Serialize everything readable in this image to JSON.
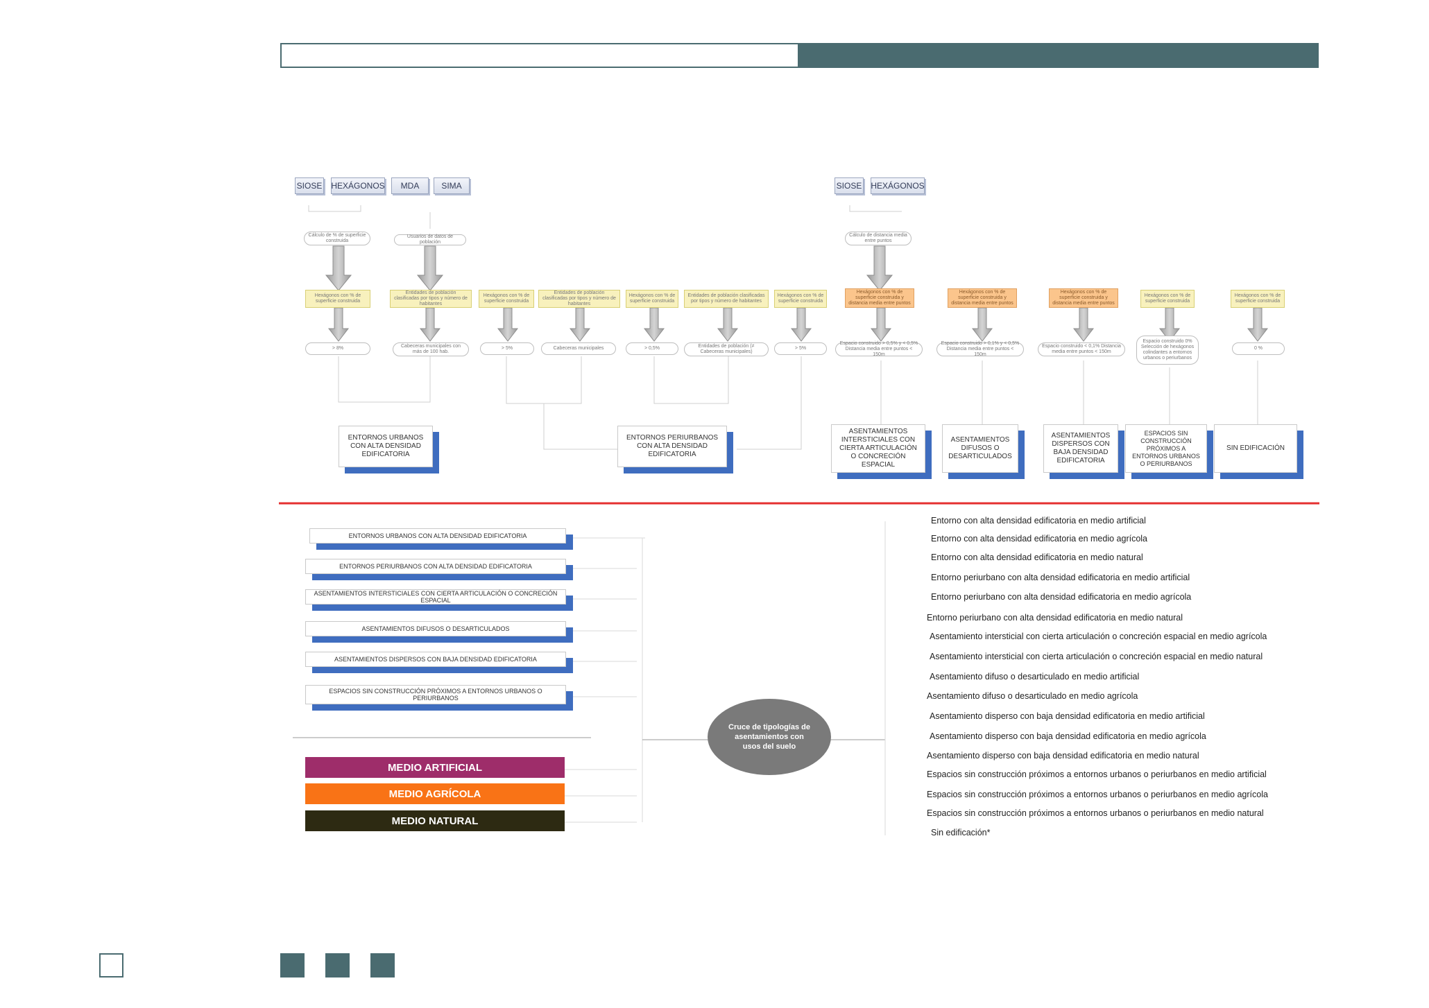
{
  "colors": {
    "header_dark": "#4a6b70",
    "red_divider": "#e53030",
    "box_shadow_blue": "#3f6dbf",
    "medio_artificial": "#9e2d6a",
    "medio_agricola": "#f97316",
    "medio_natural": "#2d2a12",
    "ellipse_gray": "#7a7a7a"
  },
  "sources_left": [
    "SIOSE",
    "HEXÁGONOS",
    "MDA",
    "SIMA"
  ],
  "sources_right": [
    "SIOSE",
    "HEXÁGONOS"
  ],
  "process_left": {
    "top_ovals": [
      "Cálculo de % de superficie construida",
      "Usuarios de datos de población"
    ],
    "boxes": [
      "Hexágonos con % de superficie construida",
      "Entidades de población clasificadas por tipos y número de habitantes",
      "Hexágonos con % de superficie construida",
      "Entidades de población clasificadas por tipos y número de habitantes",
      "Hexágonos con % de superficie construida",
      "Entidades de población clasificadas por tipos y número de habitantes",
      "Hexágonos con % de superficie construida"
    ],
    "bottom_ovals": [
      "> 8%",
      "Cabeceras municipales con más de 100 hab.",
      "> 5%",
      "Cabeceras municipales",
      "> 0,5%",
      "Entidades de población (≠ Cabeceras municipales)",
      "> 5%"
    ]
  },
  "process_right": {
    "top_oval": "Cálculo de distancia media entre puntos",
    "boxes": [
      "Hexágonos con % de superficie construida y distancia media entre puntos",
      "Hexágonos con % de superficie construida y distancia media entre puntos",
      "Hexágonos con % de superficie construida y distancia media entre puntos",
      "Hexágonos con % de superficie construida",
      "Hexágonos con % de superficie construida"
    ],
    "bottom_ovals": [
      "Espacio construido > 0,5% y < 0,5% Distancia media entre puntos < 150m",
      "Espacio construido > 0,1% y < 0,5% Distancia media entre puntos < 150m",
      "Espacio construido < 0,1% Distancia media entre puntos < 150m",
      "Espacio construido 0% Selección de hexágonos colindantes a entornos urbanos o periurbanos",
      "0 %"
    ]
  },
  "results_upper": [
    "ENTORNOS URBANOS CON ALTA DENSIDAD EDIFICATORIA",
    "ENTORNOS PERIURBANOS CON ALTA DENSIDAD EDIFICATORIA",
    "ASENTAMIENTOS INTERSTICIALES CON CIERTA ARTICULACIÓN O CONCRECIÓN ESPACIAL",
    "ASENTAMIENTOS DIFUSOS O DESARTICULADOS",
    "ASENTAMIENTOS DISPERSOS CON BAJA DENSIDAD EDIFICATORIA",
    "ESPACIOS SIN CONSTRUCCIÓN PRÓXIMOS A ENTORNOS URBANOS O PERIURBANOS",
    "SIN EDIFICACIÓN"
  ],
  "categories_lower": [
    "ENTORNOS URBANOS CON ALTA DENSIDAD EDIFICATORIA",
    "ENTORNOS PERIURBANOS CON ALTA DENSIDAD EDIFICATORIA",
    "ASENTAMIENTOS INTERSTICIALES CON CIERTA ARTICULACIÓN O CONCRECIÓN ESPACIAL",
    "ASENTAMIENTOS DIFUSOS O DESARTICULADOS",
    "ASENTAMIENTOS DISPERSOS CON BAJA DENSIDAD EDIFICATORIA",
    "ESPACIOS SIN CONSTRUCCIÓN PRÓXIMOS A ENTORNOS URBANOS O PERIURBANOS"
  ],
  "medios": [
    "MEDIO ARTIFICIAL",
    "MEDIO AGRÍCOLA",
    "MEDIO NATURAL"
  ],
  "ellipse_label": "Cruce de tipologías de asentamientos con usos del suelo",
  "result_list": [
    "Entorno con alta densidad edificatoria en medio artificial",
    "Entorno con alta densidad edificatoria en medio agrícola",
    "Entorno con alta densidad edificatoria en medio natural",
    "Entorno periurbano con alta densidad edificatoria en medio artificial",
    "Entorno periurbano con alta densidad edificatoria en medio agrícola",
    "Entorno periurbano con alta densidad edificatoria en medio natural",
    "Asentamiento intersticial con cierta articulación o concreción espacial en medio agrícola",
    "Asentamiento intersticial con cierta articulación o concreción espacial en medio natural",
    "Asentamiento difuso o desarticulado en medio artificial",
    "Asentamiento difuso o desarticulado en medio agrícola",
    "Asentamiento disperso con baja densidad edificatoria en medio artificial",
    "Asentamiento disperso con baja densidad edificatoria en medio agrícola",
    "Asentamiento disperso con baja densidad edificatoria en medio natural",
    "Espacios sin construcción próximos a entornos urbanos o periurbanos en medio artificial",
    "Espacios sin construcción próximos a entornos urbanos o periurbanos en medio agrícola",
    "Espacios sin construcción próximos a entornos urbanos o periurbanos en medio natural",
    "Sin edificación*"
  ]
}
